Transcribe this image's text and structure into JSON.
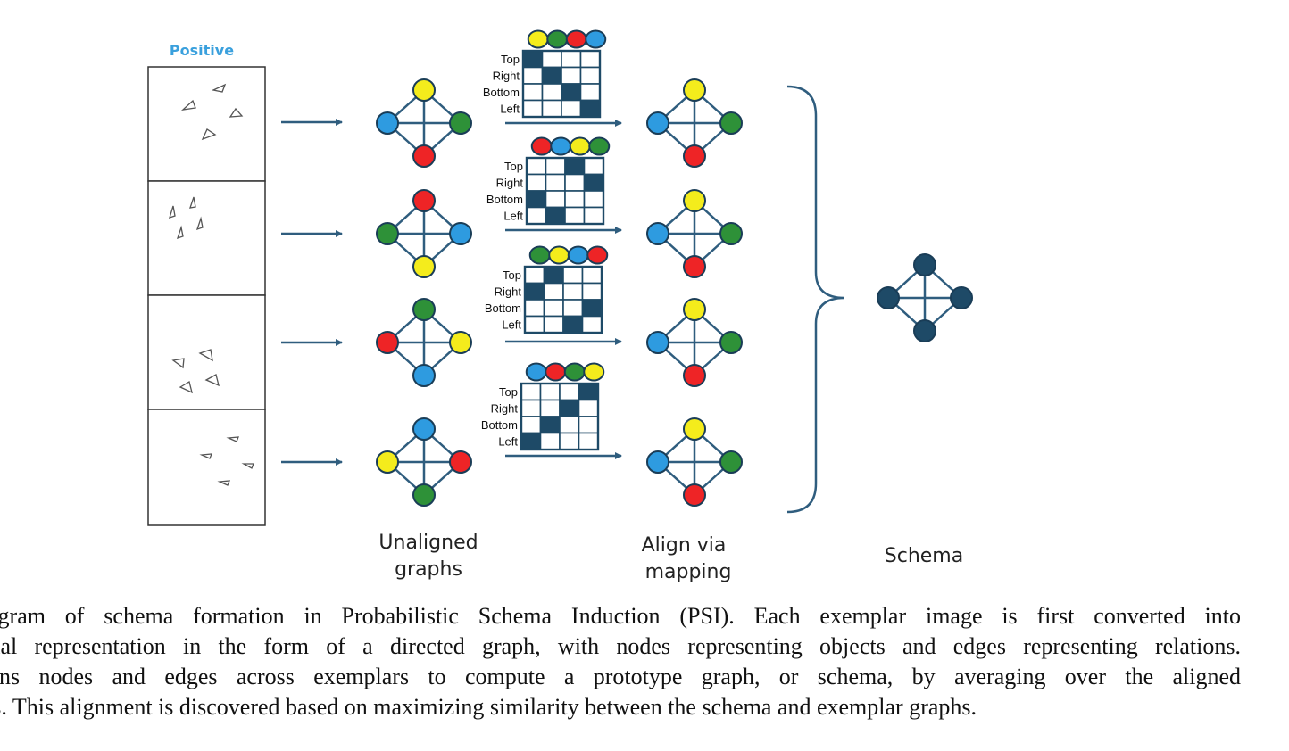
{
  "labels": {
    "positive": "Positive",
    "unaligned": [
      "Unaligned",
      "graphs"
    ],
    "align": [
      "Align via",
      "mapping"
    ],
    "schema": "Schema"
  },
  "matrix_rows": [
    "Top",
    "Right",
    "Bottom",
    "Left"
  ],
  "colors": {
    "blue": "#2e9be0",
    "yellow": "#f4ec1c",
    "green": "#2e9138",
    "red": "#ee2426",
    "dark": "#1e4a67",
    "edge": "#2f5d7e",
    "cell_fill": "#1e4a67"
  },
  "rows": [
    {
      "unaligned": {
        "top": "yellow",
        "left": "blue",
        "right": "green",
        "bottom": "red"
      },
      "matrix_header": [
        "yellow",
        "green",
        "red",
        "blue"
      ],
      "matrix_filled": [
        [
          0,
          0
        ],
        [
          1,
          1
        ],
        [
          2,
          2
        ],
        [
          3,
          3
        ]
      ],
      "aligned": {
        "top": "yellow",
        "left": "blue",
        "right": "green",
        "bottom": "red"
      }
    },
    {
      "unaligned": {
        "top": "red",
        "left": "green",
        "right": "blue",
        "bottom": "yellow"
      },
      "matrix_header": [
        "red",
        "blue",
        "yellow",
        "green"
      ],
      "matrix_filled": [
        [
          0,
          2
        ],
        [
          1,
          3
        ],
        [
          2,
          0
        ],
        [
          3,
          1
        ]
      ],
      "aligned": {
        "top": "yellow",
        "left": "blue",
        "right": "green",
        "bottom": "red"
      }
    },
    {
      "unaligned": {
        "top": "green",
        "left": "red",
        "right": "yellow",
        "bottom": "blue"
      },
      "matrix_header": [
        "green",
        "yellow",
        "blue",
        "red"
      ],
      "matrix_filled": [
        [
          0,
          1
        ],
        [
          1,
          0
        ],
        [
          2,
          3
        ],
        [
          3,
          2
        ]
      ],
      "aligned": {
        "top": "yellow",
        "left": "blue",
        "right": "green",
        "bottom": "red"
      }
    },
    {
      "unaligned": {
        "top": "blue",
        "left": "yellow",
        "right": "red",
        "bottom": "green"
      },
      "matrix_header": [
        "blue",
        "red",
        "green",
        "yellow"
      ],
      "matrix_filled": [
        [
          0,
          3
        ],
        [
          1,
          2
        ],
        [
          2,
          1
        ],
        [
          3,
          0
        ]
      ],
      "aligned": {
        "top": "yellow",
        "left": "blue",
        "right": "green",
        "bottom": "red"
      }
    }
  ],
  "caption_lines": [
    "Diagram of schema formation in Probabilistic Schema Induction (PSI). Each exemplar image is first converted into",
    "tional representation in the form of a directed graph, with nodes representing objects and edges representing relations.",
    "aligns nodes and edges across exemplars to compute a prototype graph, or schema, by averaging over the aligned",
    "ts. This alignment is discovered based on maximizing similarity between the schema and exemplar graphs."
  ]
}
